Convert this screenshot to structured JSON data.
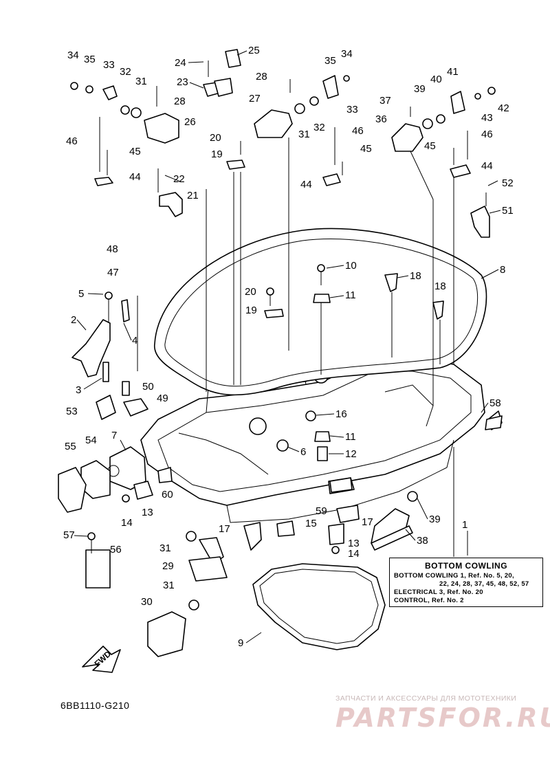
{
  "diagram": {
    "code": "6BB1110-G210",
    "fwd_label": "FWD",
    "callouts": [
      "1",
      "2",
      "3",
      "4",
      "5",
      "6",
      "7",
      "8",
      "9",
      "10",
      "11",
      "12",
      "13",
      "14",
      "15",
      "16",
      "17",
      "18",
      "19",
      "20",
      "21",
      "22",
      "23",
      "24",
      "25",
      "26",
      "27",
      "28",
      "29",
      "30",
      "31",
      "32",
      "33",
      "34",
      "35",
      "36",
      "37",
      "38",
      "39",
      "40",
      "41",
      "42",
      "43",
      "44",
      "45",
      "46",
      "47",
      "48",
      "49",
      "50",
      "51",
      "52",
      "53",
      "54",
      "55",
      "56",
      "57",
      "58",
      "59",
      "60"
    ]
  },
  "legend": {
    "title": "BOTTOM COWLING",
    "lines": [
      "BOTTOM COWLING 1,  Ref. No. 5, 20,",
      "22,  24,  28,  37,  45,  48,  52,  57",
      "ELECTRICAL 3,  Ref. No. 20",
      "CONTROL,  Ref. No. 2"
    ]
  },
  "watermark": {
    "tagline": "ЗАПЧАСТИ И АКСЕССУАРЫ ДЛЯ МОТОТЕХНИКИ",
    "site": "PARTSFOR.RU"
  }
}
